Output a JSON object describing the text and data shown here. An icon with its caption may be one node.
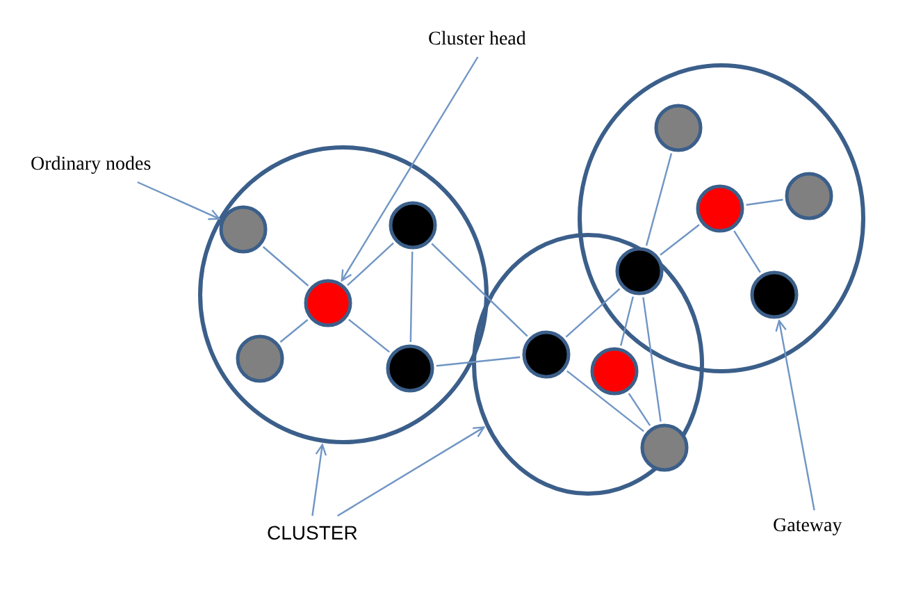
{
  "diagram": {
    "nodes": [
      {
        "text": [
          "Cluster head"
        ]
      },
      {
        "text": [
          "Ordinary nodes"
        ]
      },
      {
        "text": [
          "CLUSTER"
        ]
      },
      {
        "text": [
          "Gateway"
        ]
      },
      {
        "text": [],
        "shape": "circle"
      },
      {
        "text": [],
        "shape": "circle"
      },
      {
        "text": [],
        "shape": "circle"
      },
      {
        "text": [],
        "shape": "circle",
        "in": 4
      },
      {
        "text": [],
        "shape": "circle",
        "in": 4
      },
      {
        "text": [],
        "shape": "circle",
        "in": 4
      },
      {
        "text": [],
        "shape": "circle",
        "in": 4
      },
      {
        "text": [],
        "shape": "circle",
        "in": 4
      },
      {
        "text": [],
        "shape": "circle",
        "in": 5
      },
      {
        "text": [],
        "shape": "circle",
        "in": 5
      },
      {
        "text": [],
        "shape": "circle",
        "in": 5
      },
      {
        "text": [],
        "shape": "circle"
      },
      {
        "text": [],
        "shape": "circle",
        "in": 6
      },
      {
        "text": [],
        "shape": "circle",
        "in": 6
      },
      {
        "text": [],
        "shape": "circle",
        "in": 6
      },
      {
        "text": [],
        "shape": "circle",
        "in": 6
      }
    ],
    "edges": [
      {
        "from": 7,
        "to": 9,
        "arrow": "none"
      },
      {
        "from": 10,
        "to": 9,
        "arrow": "none"
      },
      {
        "from": 8,
        "to": 9,
        "arrow": "none"
      },
      {
        "from": 11,
        "to": 9,
        "arrow": "none"
      },
      {
        "from": 8,
        "to": 11,
        "arrow": "none"
      },
      {
        "from": 8,
        "to": 12,
        "arrow": "none"
      },
      {
        "from": 11,
        "to": 12,
        "arrow": "none"
      },
      {
        "from": 12,
        "to": 15,
        "arrow": "none"
      },
      {
        "from": 12,
        "to": 14,
        "arrow": "none"
      },
      {
        "from": 15,
        "to": 13,
        "arrow": "none"
      },
      {
        "from": 15,
        "to": 14,
        "arrow": "none"
      },
      {
        "from": 13,
        "to": 14,
        "arrow": "none"
      },
      {
        "from": 15,
        "to": 16,
        "arrow": "none"
      },
      {
        "from": 15,
        "to": 17,
        "arrow": "none"
      },
      {
        "from": 17,
        "to": 18,
        "arrow": "none"
      },
      {
        "from": 17,
        "to": 19,
        "arrow": "none"
      },
      {
        "from": 0,
        "to": 9,
        "arrow": "to"
      },
      {
        "from": 1,
        "to": 7,
        "arrow": "to"
      },
      {
        "from": 2,
        "to": 4,
        "arrow": "to"
      },
      {
        "from": 2,
        "to": 5,
        "arrow": "to"
      },
      {
        "from": 3,
        "to": 19,
        "arrow": "to"
      }
    ]
  }
}
